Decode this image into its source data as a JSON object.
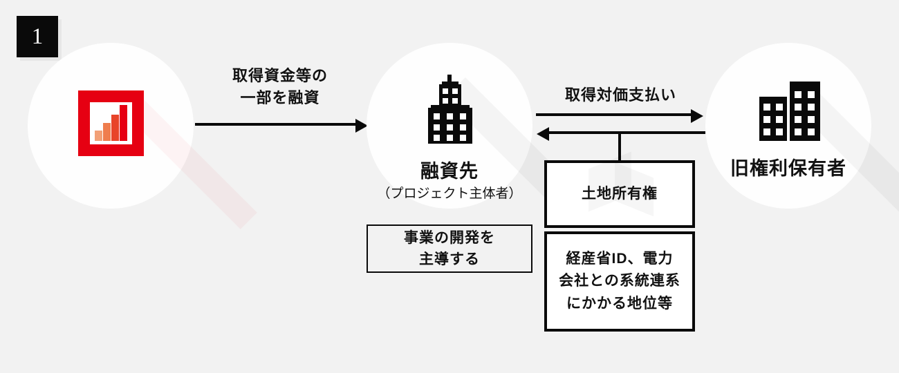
{
  "background_color": "#f2f2f2",
  "accent_color": "#e60012",
  "ink_color": "#0a0a0a",
  "step": {
    "number": "1"
  },
  "nodes": [
    {
      "id": "lender",
      "icon": "bar-chart-frame-icon",
      "label": "",
      "sublabel": ""
    },
    {
      "id": "borrower",
      "icon": "skyscraper-icon",
      "label": "融資先",
      "sublabel": "（プロジェクト主体者）"
    },
    {
      "id": "former-rights-holder",
      "icon": "office-buildings-icon",
      "label": "旧権利保有者",
      "sublabel": ""
    }
  ],
  "arrows": [
    {
      "id": "loan",
      "label_line1": "取得資金等の",
      "label_line2": "一部を融資",
      "direction": "right"
    },
    {
      "id": "payment",
      "label_line1": "取得対価支払い",
      "label_line2": "",
      "direction": "right"
    },
    {
      "id": "transfer",
      "label_line1": "",
      "label_line2": "",
      "direction": "left"
    }
  ],
  "boxes": {
    "role": {
      "line1": "事業の開発を",
      "line2": "主導する"
    },
    "land_right": {
      "line1": "土地所有権"
    },
    "status_rights": {
      "line1": "経産省ID、電力",
      "line2": "会社との系統連系",
      "line3": "にかかる地位等"
    }
  },
  "chart_icon_bars": {
    "type": "bar",
    "values": [
      15,
      26,
      38,
      52
    ],
    "colors": [
      "#f2a077",
      "#ef7d4e",
      "#e8442a",
      "#e60012"
    ]
  }
}
